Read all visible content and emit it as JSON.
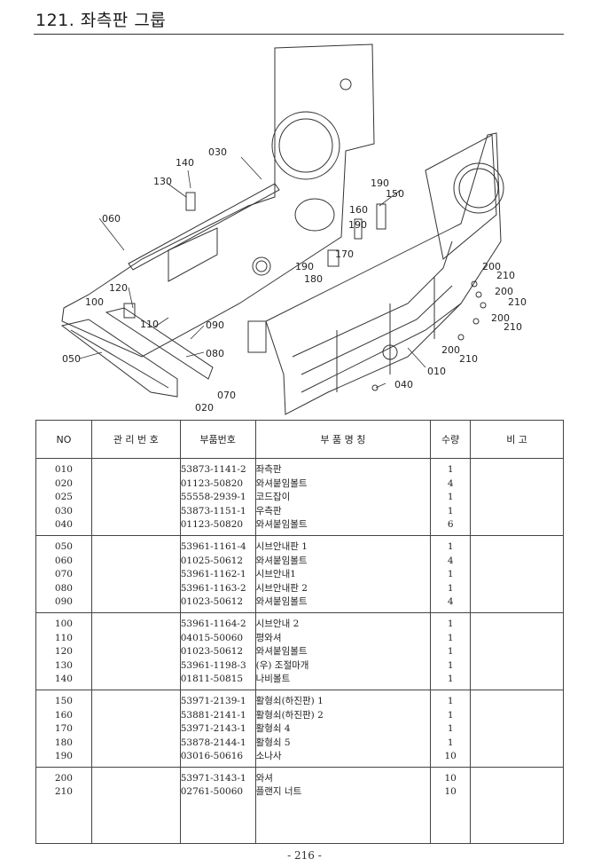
{
  "title": "121. 좌측판 그룹",
  "diagram": {
    "callouts": [
      "030",
      "140",
      "130",
      "060",
      "190",
      "150",
      "160",
      "190",
      "170",
      "190",
      "180",
      "120",
      "100",
      "110",
      "090",
      "050",
      "080",
      "070",
      "020",
      "040",
      "010",
      "200",
      "210",
      "200",
      "210",
      "200",
      "210",
      "200",
      "210"
    ]
  },
  "table": {
    "headers": {
      "no": "NO",
      "management": "관 리 번 호",
      "part_no": "부품번호",
      "part_name": "부    품    명    칭",
      "qty": "수량",
      "remarks": "비  고"
    },
    "groups": [
      {
        "rows": [
          {
            "no": "010",
            "part_no": "53873-1141-2",
            "name": "좌측판",
            "qty": "1"
          },
          {
            "no": "020",
            "part_no": "01123-50820",
            "name": "와셔붙임볼트",
            "qty": "4"
          },
          {
            "no": "025",
            "part_no": "55558-2939-1",
            "name": "코드잡이",
            "qty": "1"
          },
          {
            "no": "030",
            "part_no": "53873-1151-1",
            "name": "우측판",
            "qty": "1"
          },
          {
            "no": "040",
            "part_no": "01123-50820",
            "name": "와셔붙임볼트",
            "qty": "6"
          }
        ]
      },
      {
        "rows": [
          {
            "no": "050",
            "part_no": "53961-1161-4",
            "name": "시브안내판 1",
            "qty": "1"
          },
          {
            "no": "060",
            "part_no": "01025-50612",
            "name": "와셔붙임볼트",
            "qty": "4"
          },
          {
            "no": "070",
            "part_no": "53961-1162-1",
            "name": "시브안내1",
            "qty": "1"
          },
          {
            "no": "080",
            "part_no": "53961-1163-2",
            "name": "시브안내판 2",
            "qty": "1"
          },
          {
            "no": "090",
            "part_no": "01023-50612",
            "name": "와셔붙임볼트",
            "qty": "4"
          }
        ]
      },
      {
        "rows": [
          {
            "no": "100",
            "part_no": "53961-1164-2",
            "name": "시브안내 2",
            "qty": "1"
          },
          {
            "no": "110",
            "part_no": "04015-50060",
            "name": "평와셔",
            "qty": "1"
          },
          {
            "no": "120",
            "part_no": "01023-50612",
            "name": "와셔붙임볼트",
            "qty": "1"
          },
          {
            "no": "130",
            "part_no": "53961-1198-3",
            "name": "(우) 조절마개",
            "qty": "1"
          },
          {
            "no": "140",
            "part_no": "01811-50815",
            "name": "나비볼트",
            "qty": "1"
          }
        ]
      },
      {
        "rows": [
          {
            "no": "150",
            "part_no": "53971-2139-1",
            "name": "활형쇠(하진판) 1",
            "qty": "1"
          },
          {
            "no": "160",
            "part_no": "53881-2141-1",
            "name": "활형쇠(하진판) 2",
            "qty": "1"
          },
          {
            "no": "170",
            "part_no": "53971-2143-1",
            "name": "활형쇠 4",
            "qty": "1"
          },
          {
            "no": "180",
            "part_no": "53878-2144-1",
            "name": "활형쇠 5",
            "qty": "1"
          },
          {
            "no": "190",
            "part_no": "03016-50616",
            "name": "소나사",
            "qty": "10"
          }
        ]
      },
      {
        "rows": [
          {
            "no": "200",
            "part_no": "53971-3143-1",
            "name": "와셔",
            "qty": "10"
          },
          {
            "no": "210",
            "part_no": "02761-50060",
            "name": "플랜지 너트",
            "qty": "10"
          }
        ]
      }
    ]
  },
  "page_number": "- 216 -"
}
